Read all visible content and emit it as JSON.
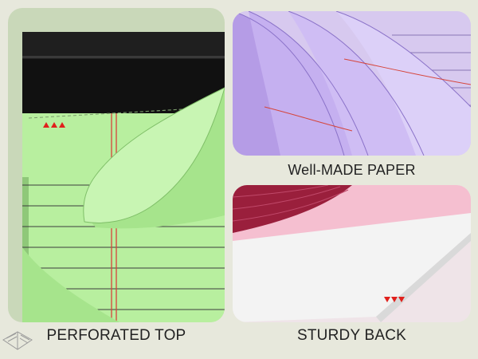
{
  "captions": {
    "perforated_top": "PERFORATED TOP",
    "well_made_paper": "Well-MADE PAPER",
    "sturdy_back": "STURDY BACK"
  },
  "colors": {
    "background": "#e7e8dc",
    "green_paper": "#b8ef9f",
    "purple_paper": "#c8b2f2",
    "pink_paper": "#f5bfd0",
    "backing_board": "#f3f3f3",
    "binding": "#1f1f1f",
    "margin_red": "#d6453b",
    "arrow_red": "#e0201c"
  },
  "icons": [
    "perforation-arrow-icon",
    "book-doodle-icon"
  ]
}
